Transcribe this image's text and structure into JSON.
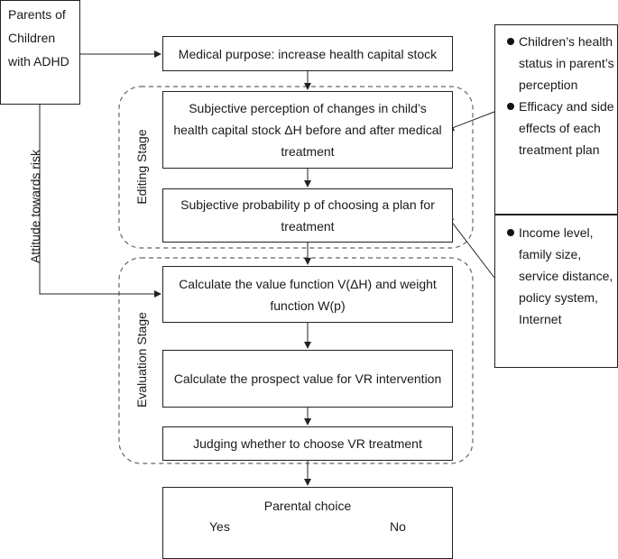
{
  "parents": {
    "label": "Parents of Children with ADHD"
  },
  "medical_purpose": "Medical purpose: increase health capital stock",
  "editing": {
    "stage_label": "Editing Stage",
    "perception": "Subjective perception of changes in child’s health capital stock ΔH before and after medical treatment",
    "probability": "Subjective probability p of choosing a plan for treatment"
  },
  "evaluation": {
    "stage_label": "Evaluation Stage",
    "value_function": "Calculate the value function V(ΔH) and weight function W(p)",
    "prospect_value": "Calculate the prospect value for VR intervention",
    "judging": "Judging whether to choose VR treatment"
  },
  "risk_attitude": "Attitude towards risk",
  "side_top": [
    "Children’s health status in parent’s perception",
    "Efficacy and side effects of each treatment plan"
  ],
  "side_bottom": [
    "Income level, family size, service distance, policy system, Internet"
  ],
  "choice": {
    "title": "Parental choice",
    "yes": "Yes",
    "no": "No"
  }
}
